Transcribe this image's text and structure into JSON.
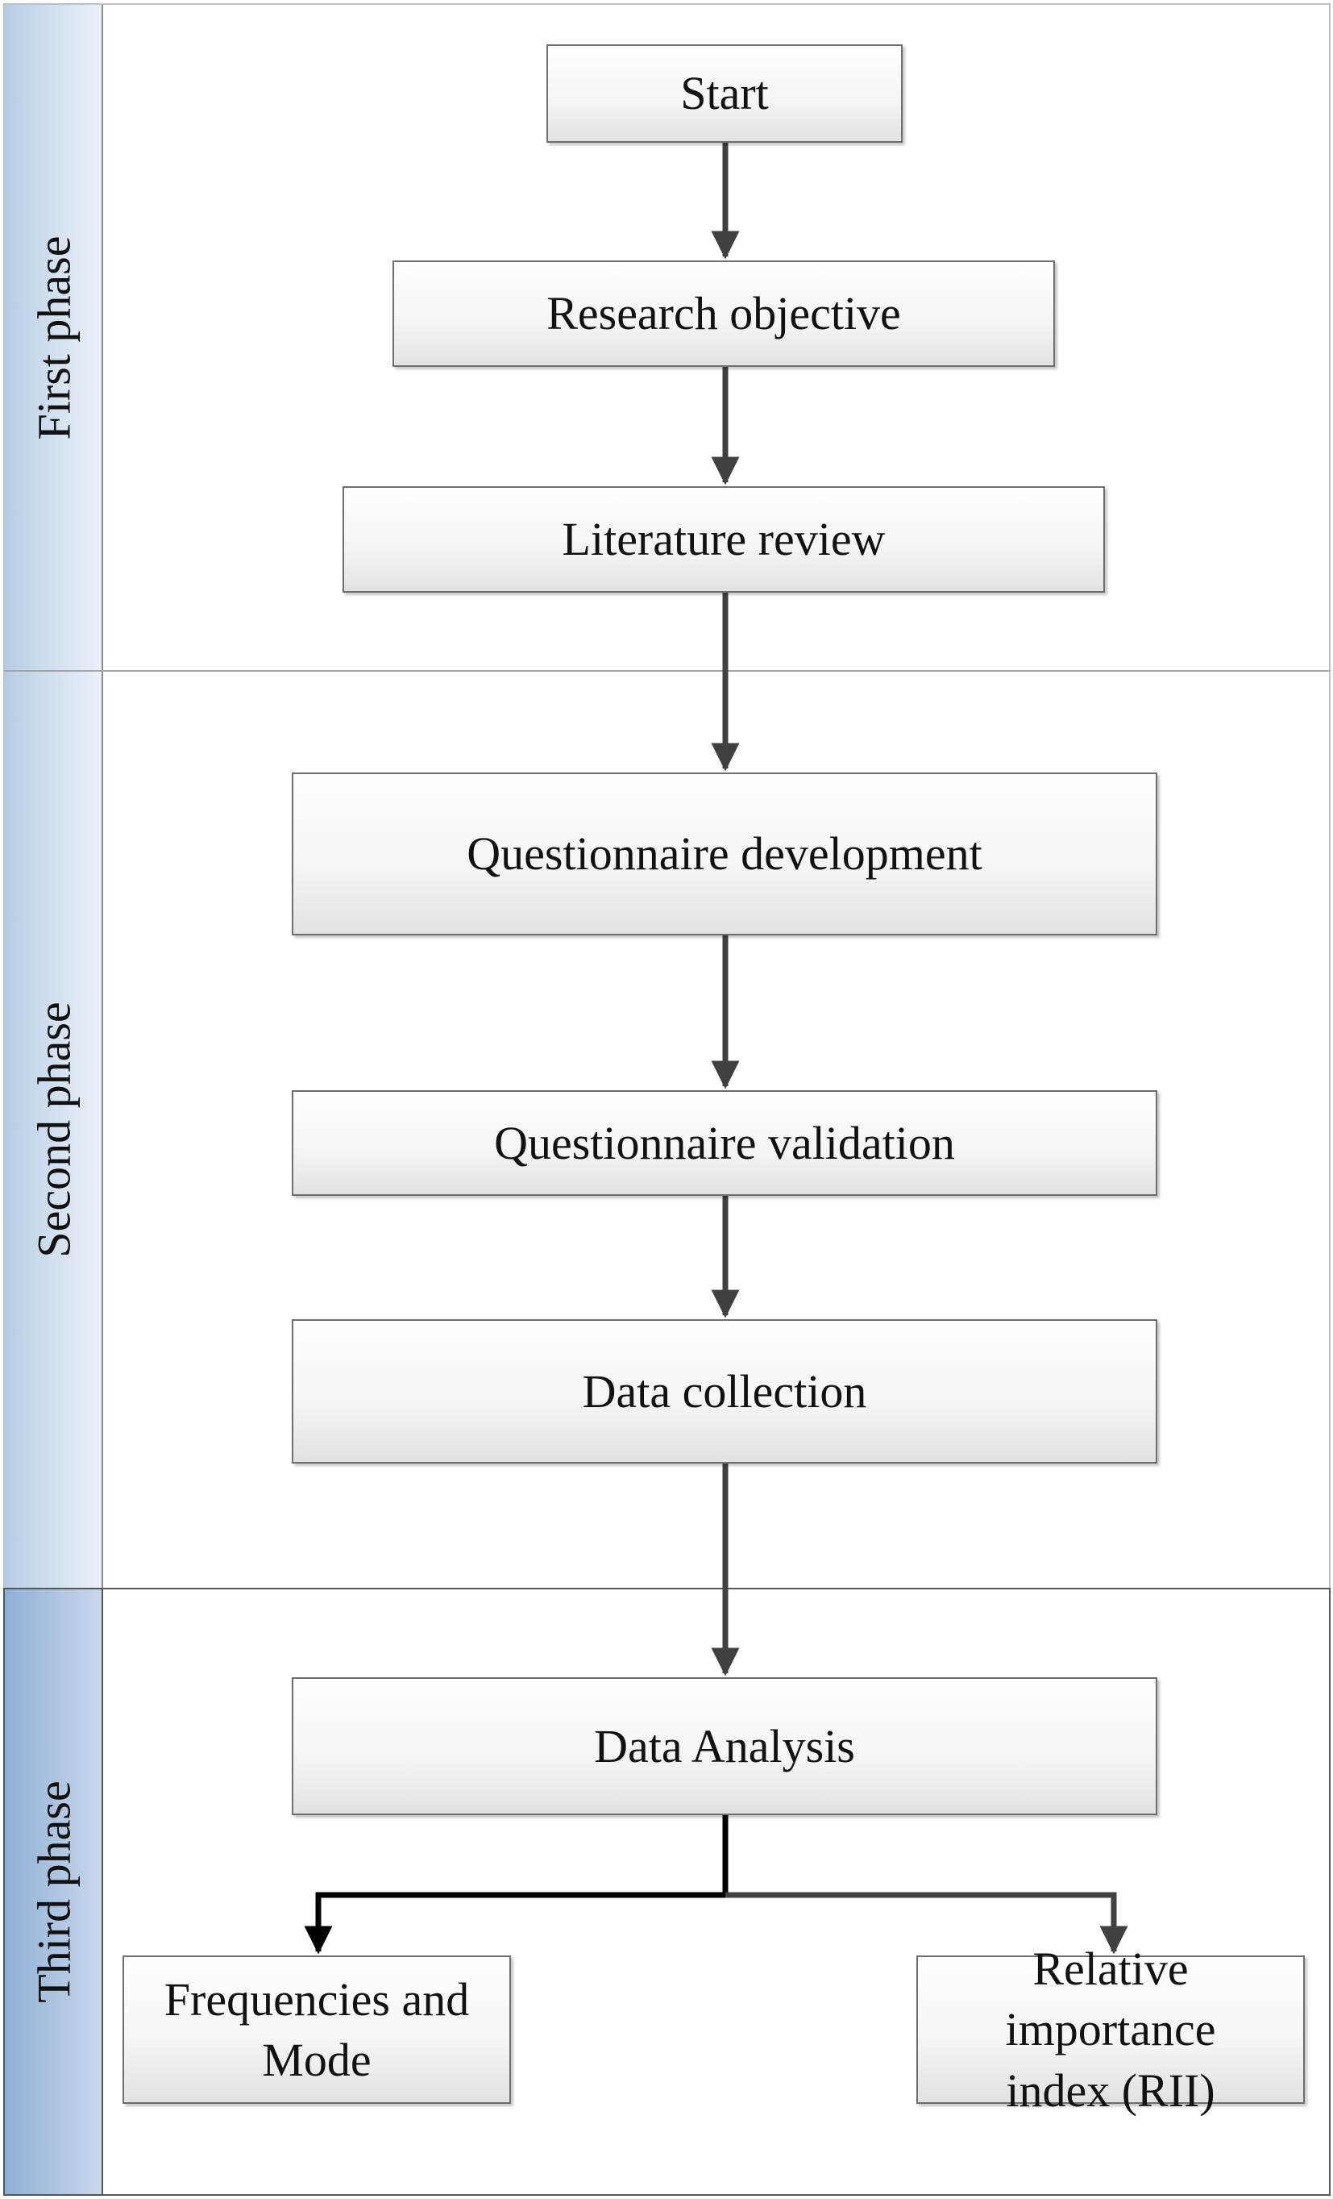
{
  "lanes": {
    "first": "First phase",
    "second": "Second phase",
    "third": "Third phase"
  },
  "nodes": {
    "start": "Start",
    "research_objective": "Research objective",
    "literature_review": "Literature review",
    "questionnaire_development": "Questionnaire development",
    "questionnaire_validation": "Questionnaire validation",
    "data_collection": "Data collection",
    "data_analysis": "Data Analysis",
    "frequencies_mode": "Frequencies and Mode",
    "rii": "Relative importance index (RII)"
  },
  "colors": {
    "lane_header": "#c6d7ec",
    "third_lane_header": "#a7c0e0",
    "node_border": "#6e6e6e",
    "arrow": "#404040",
    "branch_line": "#000000"
  }
}
